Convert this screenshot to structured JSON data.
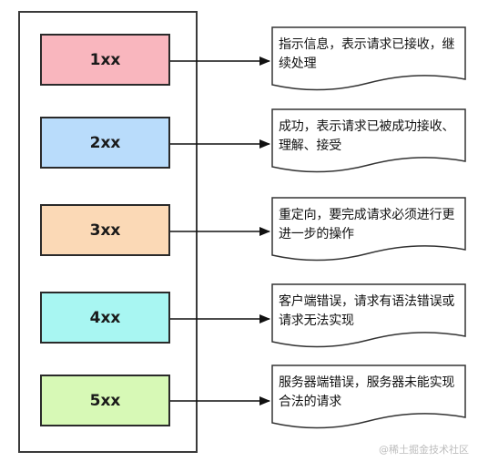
{
  "codes": [
    {
      "label": "1xx",
      "fill": "#f9b6be",
      "desc": "指示信息，表示请求已接收，继续处理"
    },
    {
      "label": "2xx",
      "fill": "#b9dcfb",
      "desc": "成功，表示请求已被成功接收、理解、接受"
    },
    {
      "label": "3xx",
      "fill": "#fbd9b6",
      "desc": "重定向，要完成请求必须进行更进一步的操作"
    },
    {
      "label": "4xx",
      "fill": "#a8f6f2",
      "desc": "客户端错误，请求有语法错误或请求无法实现"
    },
    {
      "label": "5xx",
      "fill": "#d7f9b6",
      "desc": "服务器端错误，服务器未能实现合法的请求"
    }
  ],
  "watermark": "@稀土掘金技术社区"
}
